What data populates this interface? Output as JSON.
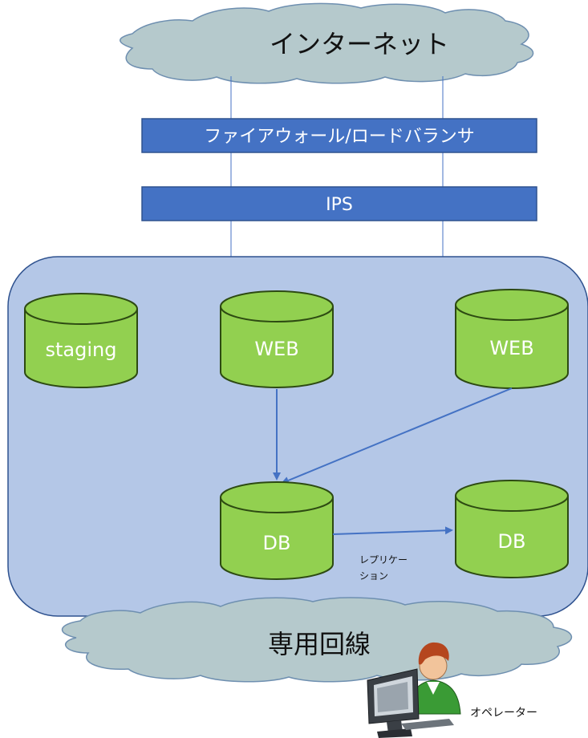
{
  "colors": {
    "cloud_fill": "#b5c9cc",
    "cloud_stroke": "#6e8fb0",
    "bar_fill": "#4472c4",
    "bar_stroke": "#2f528f",
    "zone_fill": "#b4c7e7",
    "zone_stroke": "#2f528f",
    "cylinder_fill": "#92d050",
    "cylinder_stroke": "#2d4a12",
    "connector": "#4472c4"
  },
  "internet_cloud": {
    "label": "インターネット"
  },
  "firewall_bar": {
    "label": "ファイアウォール/ロードバランサ"
  },
  "ips_bar": {
    "label": "IPS"
  },
  "servers": {
    "staging": {
      "label": "staging"
    },
    "web_1": {
      "label": "WEB"
    },
    "web_2": {
      "label": "WEB"
    },
    "db_primary": {
      "label": "DB"
    },
    "db_replica": {
      "label": "DB"
    }
  },
  "replication": {
    "label_line1": "レプリケー",
    "label_line2": "ション"
  },
  "dedicated_line_cloud": {
    "label": "専用回線"
  },
  "operator": {
    "label": "オペレーター",
    "icon": "operator-at-computer-icon"
  }
}
